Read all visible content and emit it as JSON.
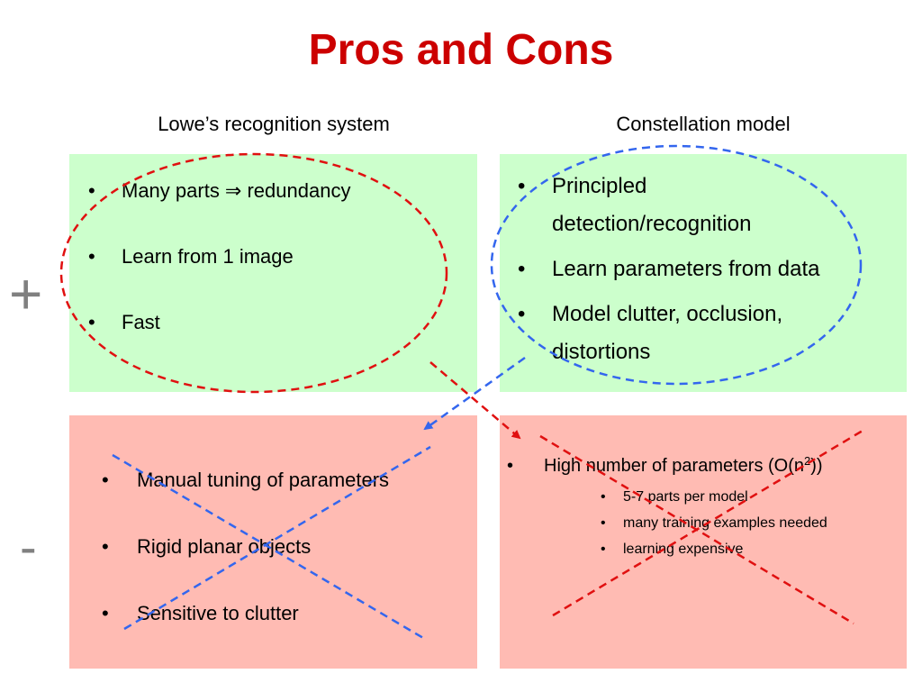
{
  "slide": {
    "title": "Pros and Cons",
    "columns": {
      "left_heading": "Lowe’s recognition system",
      "right_heading": "Constellation model"
    },
    "row_signs": {
      "plus": "+",
      "minus": "-"
    },
    "pros_left": [
      "Many parts ⇒ redundancy",
      "Learn from 1 image",
      "Fast"
    ],
    "pros_right": [
      "Principled detection/recognition",
      "Learn parameters from data",
      "Model clutter, occlusion, distortions"
    ],
    "cons_left": [
      "Manual tuning of parameters",
      "Rigid planar objects",
      "Sensitive to clutter"
    ],
    "cons_right": {
      "main_text": "High number of parameters (O(n",
      "main_sup": "2",
      "main_close": "))",
      "sub_items": [
        "5-7 parts per model",
        "many training examples needed",
        "learning expensive"
      ]
    },
    "bullet_char": "•",
    "colors": {
      "title": "#cc0000",
      "pros_bg": "#ccffcc",
      "cons_bg": "#ffbbb3",
      "red_annotation": "#e01010",
      "blue_annotation": "#3366ee",
      "sign": "#808080"
    }
  }
}
